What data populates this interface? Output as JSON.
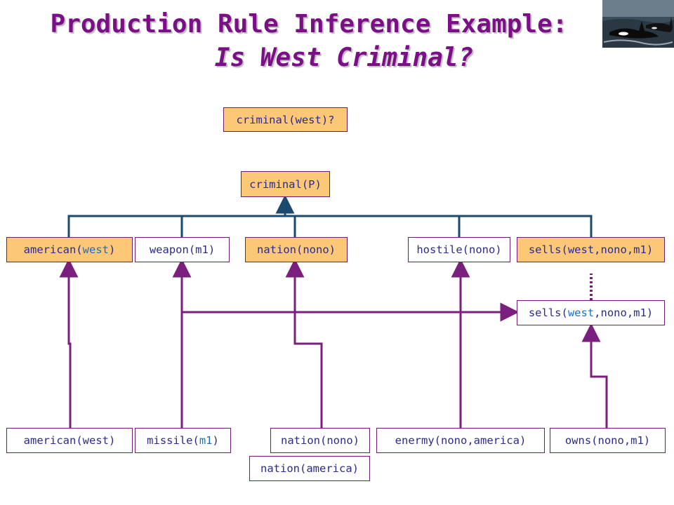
{
  "title": {
    "line1": "Production Rule Inference Example:",
    "line2": "Is West Criminal?"
  },
  "nodes": {
    "goal": "criminal(west)?",
    "rule_head": "criminal(P)",
    "american_west": {
      "pre": "american(",
      "arg": "west",
      "post": ")"
    },
    "weapon_m1": "weapon(m1)",
    "nation_nono": "nation(nono)",
    "hostile_nono": "hostile(nono)",
    "sells_top": "sells(west,nono,m1)",
    "sells_mid": {
      "pre": "sells(",
      "arg": "west",
      "post": ",nono,m1)"
    },
    "fact_american": "american(west)",
    "fact_missile": {
      "pre": "missile(",
      "arg": "m1",
      "post": ")"
    },
    "fact_nation_nono": "nation(nono)",
    "fact_nation_america": "nation(america)",
    "fact_enermy": "enermy(nono,america)",
    "fact_owns": "owns(nono,m1)"
  },
  "colors": {
    "highlight": "#fcc878",
    "rule_wire": "#1b4a6e",
    "fact_wire": "#7b1f7e",
    "title": "#7a0f86"
  }
}
